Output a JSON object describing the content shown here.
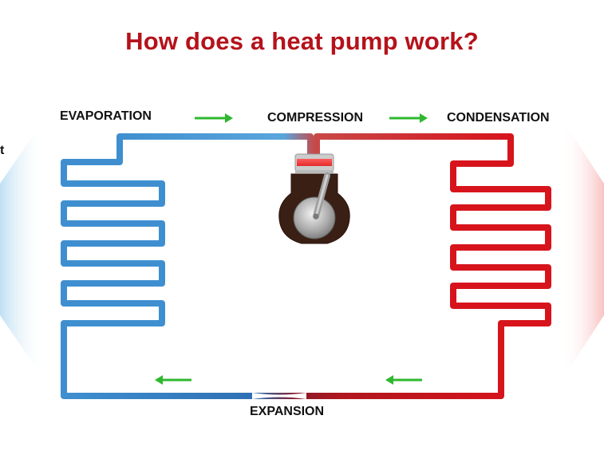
{
  "title": "How does a heat pump work?",
  "stages": {
    "evaporation": "EVAPORATION",
    "compression": "COMPRESSION",
    "condensation": "CONDENSATION",
    "expansion": "EXPANSION"
  },
  "edge_labels": {
    "left": "t",
    "right": ""
  },
  "colors": {
    "title": "#b5121b",
    "cold_pipe": "#3f8fd0",
    "hot_pipe": "#d7141c",
    "arrow": "#2fb82f",
    "cold_glow": "#cfe6f5",
    "hot_glow": "#fbd3d3",
    "compressor_body": "#3a1f14"
  },
  "icons": {
    "flow_arrows": "green-arrow-icon",
    "compressor": "compressor-icon"
  }
}
